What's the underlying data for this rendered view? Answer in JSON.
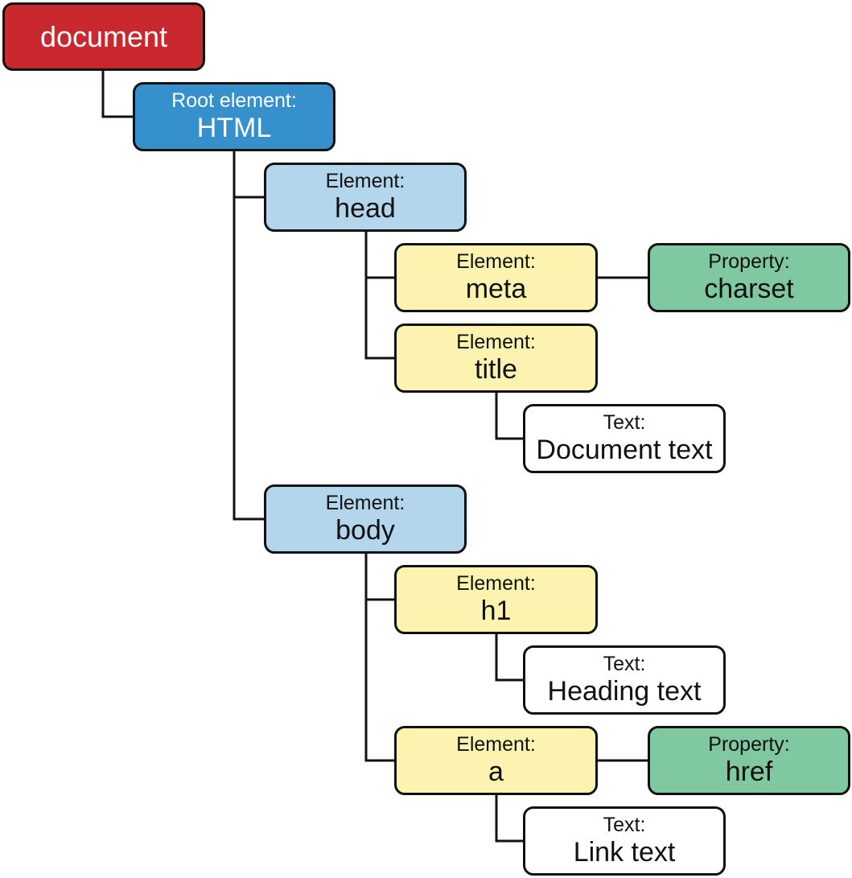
{
  "colors": {
    "document": "#c9282e",
    "root": "#3590cc",
    "element_level1": "#b3d6ec",
    "element_level2": "#fdf3b0",
    "property": "#80c8a0",
    "text": "#ffffff",
    "line": "#111111"
  },
  "nodes": {
    "document": {
      "label": "",
      "value": "document"
    },
    "html": {
      "label": "Root element:",
      "value": "HTML"
    },
    "head": {
      "label": "Element:",
      "value": "head"
    },
    "meta": {
      "label": "Element:",
      "value": "meta"
    },
    "charset": {
      "label": "Property:",
      "value": "charset"
    },
    "title": {
      "label": "Element:",
      "value": "title"
    },
    "doctext": {
      "label": "Text:",
      "value": "Document text"
    },
    "body": {
      "label": "Element:",
      "value": "body"
    },
    "h1": {
      "label": "Element:",
      "value": "h1"
    },
    "headtext": {
      "label": "Text:",
      "value": "Heading text"
    },
    "a": {
      "label": "Element:",
      "value": "a"
    },
    "href": {
      "label": "Property:",
      "value": "href"
    },
    "linktext": {
      "label": "Text:",
      "value": "Link text"
    }
  }
}
